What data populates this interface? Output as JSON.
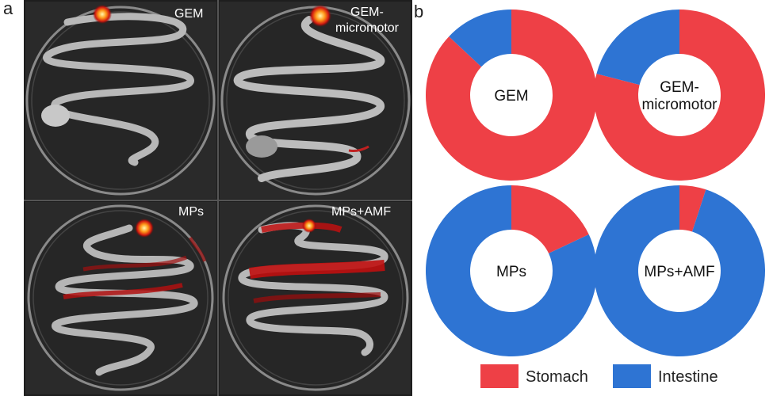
{
  "panel_a": {
    "letter": "a",
    "images": [
      {
        "caption": [
          "GEM"
        ]
      },
      {
        "caption": [
          "GEM-",
          "micromotor"
        ]
      },
      {
        "caption": [
          "MPs"
        ]
      },
      {
        "caption": [
          "MPs+AMF"
        ]
      }
    ]
  },
  "panel_b": {
    "letter": "b"
  },
  "colors": {
    "stomach": "#ee4046",
    "intestine": "#2e74d3"
  },
  "chart_data": {
    "type": "pie",
    "variant": "donut",
    "legend": {
      "placement": "bottom",
      "entries": [
        "Stomach",
        "Intestine"
      ]
    },
    "series_names": [
      "Stomach",
      "Intestine"
    ],
    "charts": [
      {
        "label": [
          "GEM"
        ],
        "values": {
          "Stomach": 87,
          "Intestine": 13
        }
      },
      {
        "label": [
          "GEM-",
          "micromotor"
        ],
        "values": {
          "Stomach": 79,
          "Intestine": 21
        }
      },
      {
        "label": [
          "MPs"
        ],
        "values": {
          "Stomach": 18,
          "Intestine": 82
        }
      },
      {
        "label": [
          "MPs+AMF"
        ],
        "values": {
          "Stomach": 5,
          "Intestine": 95
        }
      }
    ]
  }
}
